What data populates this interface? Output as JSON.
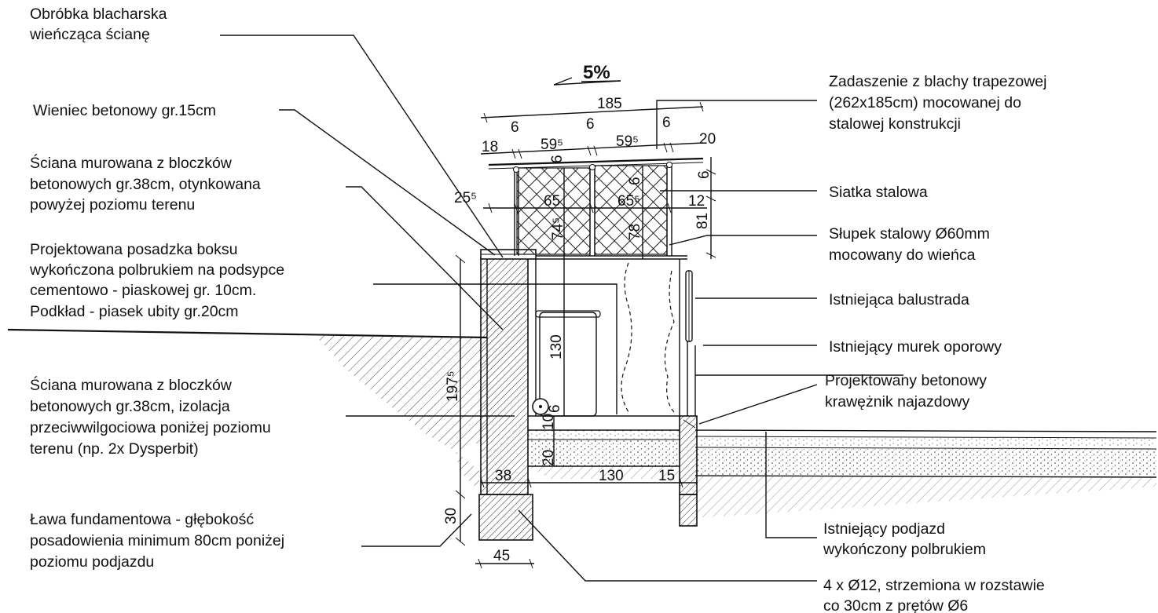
{
  "labels": {
    "obrobka": [
      "Obróbka blacharska",
      "wieńcząca ścianę"
    ],
    "wieniec": [
      "Wieniec betonowy gr.15cm"
    ],
    "sciana_gora": [
      "Ściana murowana z bloczków",
      "betonowych gr.38cm, otynkowana",
      "powyżej poziomu terenu"
    ],
    "posadzka": [
      "Projektowana posadzka boksu",
      "wykończona polbrukiem na podsypce",
      "cementowo - piaskowej gr. 10cm.",
      "Podkład - piasek ubity gr.20cm"
    ],
    "sciana_dol": [
      "Ściana murowana z bloczków",
      "betonowych gr.38cm, izolacja",
      "przeciwwilgociowa poniżej poziomu",
      "terenu (np. 2x Dysperbit)"
    ],
    "lawa": [
      "Ława fundamentowa - głębokość",
      "posadowienia minimum 80cm poniżej",
      "poziomu podjazdu"
    ],
    "zadaszenie": [
      "Zadaszenie z blachy trapezowej",
      "(262x185cm) mocowanej do",
      "stalowej konstrukcji"
    ],
    "siatka": [
      "Siatka stalowa"
    ],
    "slupek": [
      "Słupek stalowy Ø60mm",
      "mocowany do wieńca"
    ],
    "balustrada": [
      "Istniejąca balustrada"
    ],
    "murek": [
      "Istniejący murek oporowy"
    ],
    "kraweznik": [
      "Projektowany betonowy",
      "krawężnik najazdowy"
    ],
    "podjazd": [
      "Istniejący podjazd",
      "wykończony polbrukiem"
    ],
    "zbrojenie": [
      "4 x Ø12, strzemiona w rozstawie",
      "co 30cm z prętów Ø6"
    ]
  },
  "slope": "5%",
  "dims": {
    "roof_total": "185",
    "gap_a": "6",
    "gap_b": "6",
    "gap_c": "6",
    "left_overhang": "18",
    "bay_a": "59⁵",
    "bay_b": "59⁵",
    "right_overhang": "20",
    "post_offset": "25⁵",
    "panel_a": "65",
    "panel_b": "65⁵",
    "roof_h": "6",
    "panel_h_a": "74⁵",
    "panel_h_b": "78",
    "top_gap": "6",
    "right_12": "12",
    "right_81": "81",
    "inner_h": "130",
    "total_h": "197⁵",
    "floor_10": "10",
    "floor_20": "20",
    "drain": "6",
    "wall_w": "38",
    "inner_w": "130",
    "curb_w": "15",
    "footing_h": "30",
    "footing_w": "45"
  }
}
